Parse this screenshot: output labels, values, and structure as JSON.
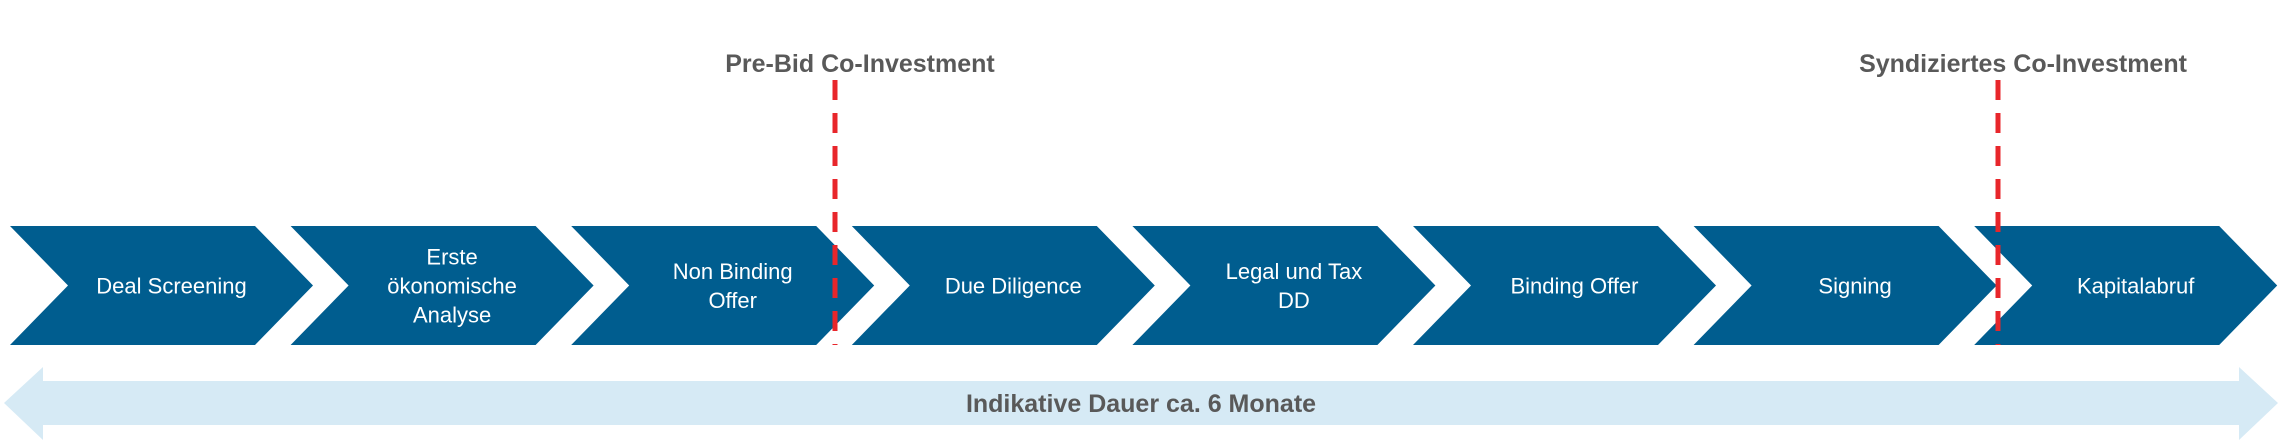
{
  "colors": {
    "chevron": "#005d8f",
    "milestone_line": "#e8262b",
    "duration_arrow": "#d6eaf5",
    "label_text": "#595959"
  },
  "steps": [
    {
      "lines": [
        "Deal Screening"
      ]
    },
    {
      "lines": [
        "Erste",
        "ökonomische",
        "Analyse"
      ]
    },
    {
      "lines": [
        "Non Binding",
        "Offer"
      ]
    },
    {
      "lines": [
        "Due Diligence"
      ]
    },
    {
      "lines": [
        "Legal und Tax",
        "DD"
      ]
    },
    {
      "lines": [
        "Binding Offer"
      ]
    },
    {
      "lines": [
        "Signing"
      ]
    },
    {
      "lines": [
        "Kapitalabruf"
      ]
    }
  ],
  "milestones": [
    {
      "label": "Pre-Bid Co-Investment",
      "after_step": 3
    },
    {
      "label": "Syndiziertes Co-Investment",
      "after_step": 7
    }
  ],
  "duration": {
    "label": "Indikative Dauer ca. 6 Monate"
  }
}
